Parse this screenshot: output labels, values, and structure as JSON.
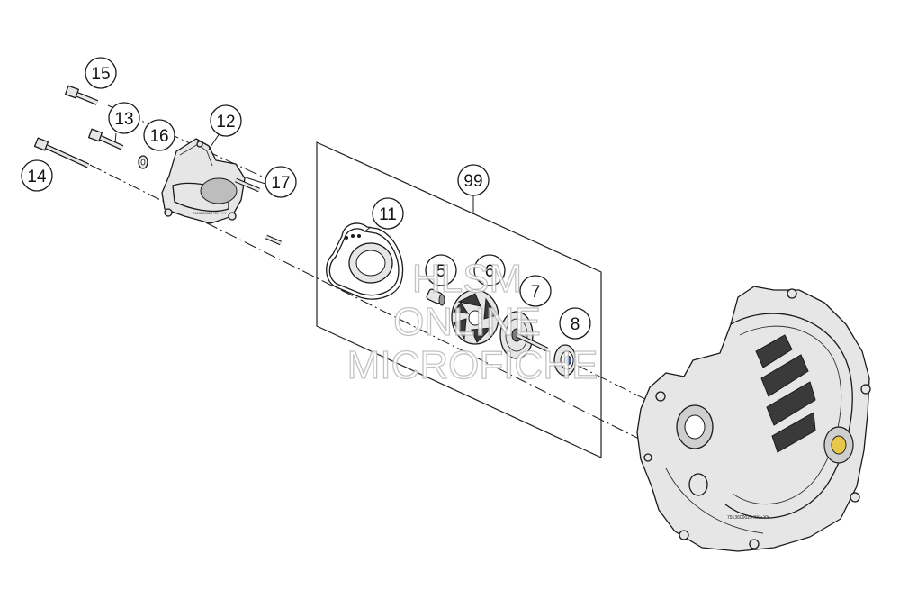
{
  "diagram": {
    "callouts": [
      "15",
      "13",
      "16",
      "12",
      "14",
      "17",
      "99",
      "11",
      "5",
      "6",
      "7",
      "8"
    ],
    "housing_marking": "7913600029 XX • YY",
    "case_marking": "7913600029 XX • YY"
  },
  "watermark": {
    "line1": "HLSM",
    "line2": "ONLINE",
    "line3": "MICROFICHE"
  }
}
